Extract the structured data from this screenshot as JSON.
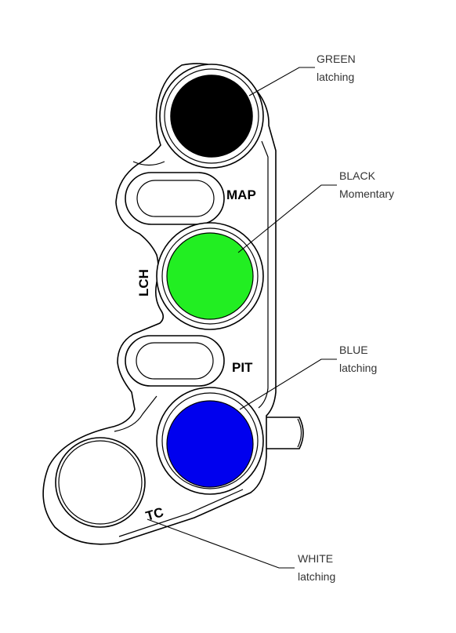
{
  "callouts": {
    "top": {
      "line1": "GREEN",
      "line2": "latching"
    },
    "middle": {
      "line1": "BLACK",
      "line2": "Momentary"
    },
    "lower": {
      "line1": "BLUE",
      "line2": "latching"
    },
    "bottom": {
      "line1": "WHITE",
      "line2": "latching"
    }
  },
  "panel_labels": {
    "map": "MAP",
    "lch": "LCH",
    "pit": "PIT",
    "tc": "TC"
  },
  "button_colors": {
    "top": "#000000",
    "middle": "#22ee22",
    "lower": "#0000ee",
    "bottom": "#ffffff"
  }
}
